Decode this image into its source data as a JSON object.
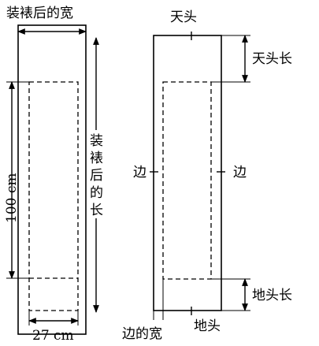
{
  "left_figure": {
    "top_label": "装裱后的宽",
    "right_label_lines": [
      "装",
      "裱",
      "后",
      "的",
      "长"
    ],
    "height_label": "100 cm",
    "bottom_width_label": "27 cm"
  },
  "right_figure": {
    "top_label": "天头",
    "top_length_label": "天头长",
    "left_side_label": "边",
    "right_side_label": "边",
    "bottom_length_label": "地头长",
    "bottom_left_label": "边的宽",
    "bottom_label": "地头"
  },
  "colors": {
    "line": "#000000",
    "background": "#ffffff"
  }
}
